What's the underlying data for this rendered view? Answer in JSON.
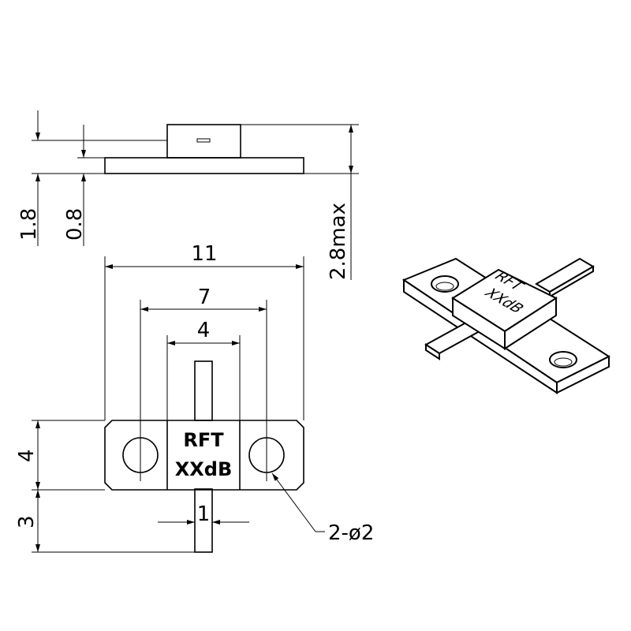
{
  "dimensions": {
    "height_total": "2.8max",
    "height_body": "1.8",
    "height_flange": "0.8",
    "width_total": "11",
    "hole_spacing": "7",
    "body_width": "4",
    "flange_depth": "4",
    "tab_length": "3",
    "tab_width": "1",
    "hole_callout": "2-ø2"
  },
  "component_label": {
    "line1": "RFT",
    "line2": "XXdB"
  }
}
